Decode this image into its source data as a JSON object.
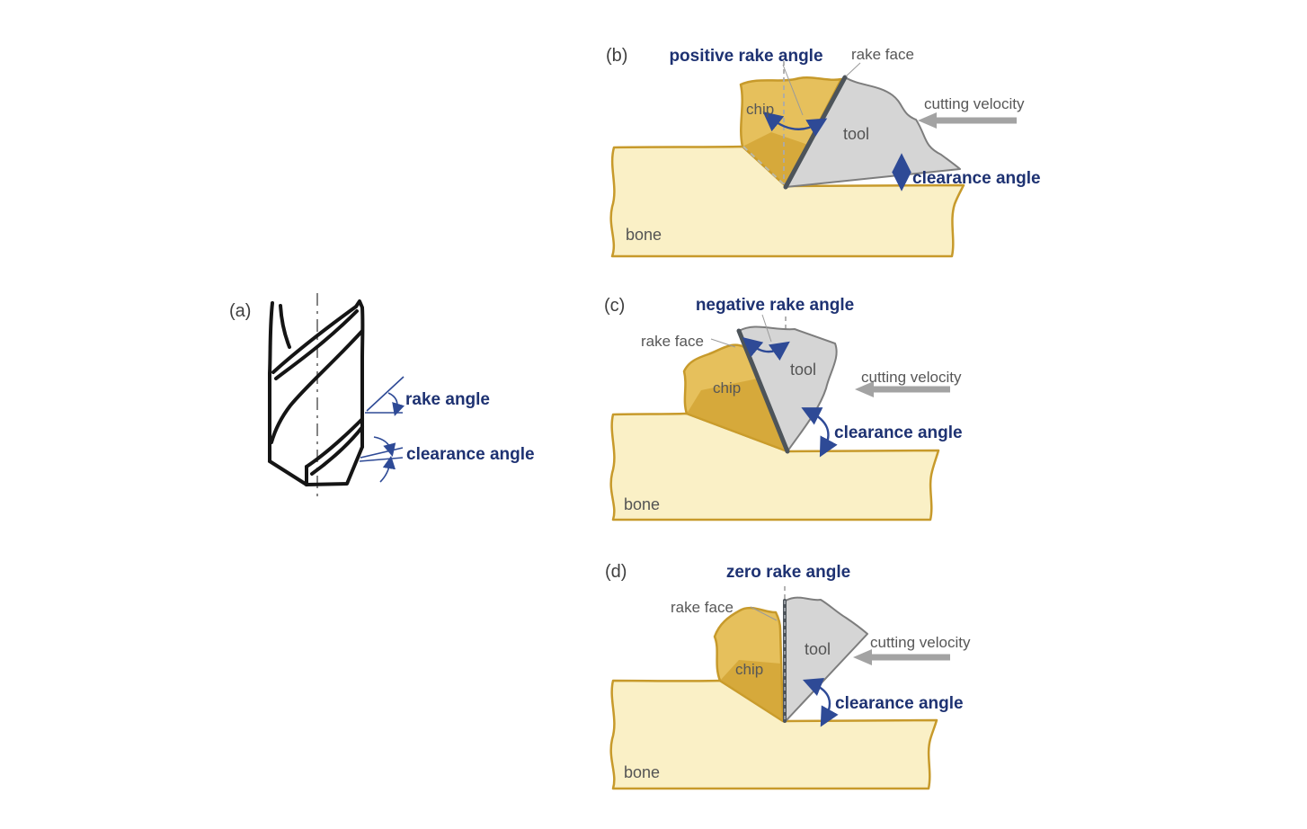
{
  "colors": {
    "navy_text": "#1e3272",
    "annotation_blue": "#2e4a96",
    "gray_text": "#575757",
    "panel_letter": "#3f3f3f",
    "bone_fill": "#faf0c6",
    "bone_stroke": "#c79a2b",
    "chip_fill": "#e6c05c",
    "chip_shadow": "#cf9f2e",
    "tool_fill": "#d5d5d5",
    "tool_stroke": "#7d7d7d",
    "rake_face_stroke": "#4d545a",
    "dashed_line": "#ababab",
    "velocity_arrow": "#a3a3a3",
    "drill_ink": "#151515"
  },
  "panel_a": {
    "letter": "(a)",
    "rake_angle_label": "rake angle",
    "clearance_angle_label": "clearance angle"
  },
  "panel_b": {
    "letter": "(b)",
    "title": "positive rake angle",
    "rake_face_label": "rake face",
    "chip_label": "chip",
    "tool_label": "tool",
    "bone_label": "bone",
    "cutting_velocity_label": "cutting velocity",
    "clearance_angle_label": "clearance angle"
  },
  "panel_c": {
    "letter": "(c)",
    "title": "negative rake angle",
    "rake_face_label": "rake face",
    "chip_label": "chip",
    "tool_label": "tool",
    "bone_label": "bone",
    "cutting_velocity_label": "cutting velocity",
    "clearance_angle_label": "clearance angle"
  },
  "panel_d": {
    "letter": "(d)",
    "title": "zero rake angle",
    "rake_face_label": "rake face",
    "chip_label": "chip",
    "tool_label": "tool",
    "bone_label": "bone",
    "cutting_velocity_label": "cutting velocity",
    "clearance_angle_label": "clearance angle"
  }
}
